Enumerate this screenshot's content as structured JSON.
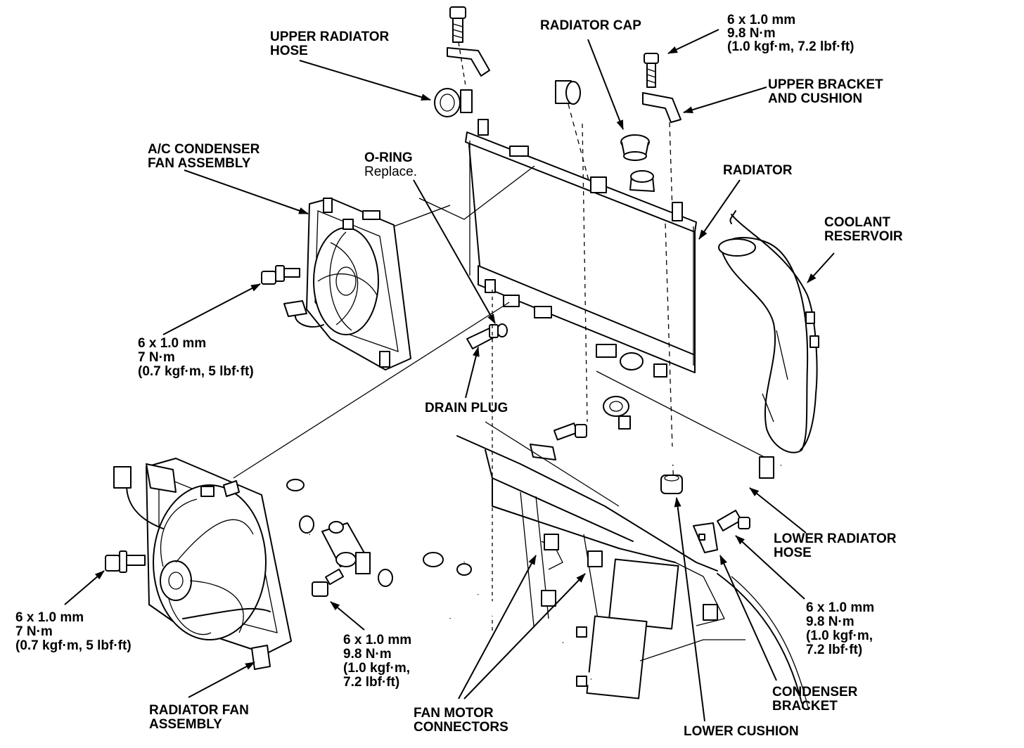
{
  "labels": {
    "upper_radiator_hose": [
      "UPPER RADIATOR",
      "HOSE"
    ],
    "radiator_cap": "RADIATOR CAP",
    "torque_upper_right": [
      "6 x 1.0 mm",
      "9.8 N·m",
      "(1.0 kgf·m, 7.2 lbf·ft)"
    ],
    "upper_bracket": [
      "UPPER BRACKET",
      "AND CUSHION"
    ],
    "ac_condenser_fan": [
      "A/C CONDENSER",
      "FAN ASSEMBLY"
    ],
    "o_ring": "O-RING",
    "o_ring_note": "Replace.",
    "radiator": "RADIATOR",
    "coolant_reservoir": [
      "COOLANT",
      "RESERVOIR"
    ],
    "torque_ac_fan": [
      "6 x 1.0 mm",
      "7 N·m",
      "(0.7 kgf·m, 5 lbf·ft)"
    ],
    "drain_plug": "DRAIN PLUG",
    "torque_radiator_fan": [
      "6 x 1.0 mm",
      "7 N·m",
      "(0.7 kgf·m, 5 lbf·ft)"
    ],
    "torque_bottom_center": [
      "6 x 1.0 mm",
      "9.8 N·m",
      "(1.0 kgf·m,",
      "7.2 lbf·ft)"
    ],
    "lower_radiator_hose": [
      "LOWER RADIATOR",
      "HOSE"
    ],
    "torque_condenser_bracket": [
      "6 x 1.0 mm",
      "9.8 N·m",
      "(1.0 kgf·m,",
      "7.2 lbf·ft)"
    ],
    "condenser_bracket": [
      "CONDENSER",
      "BRACKET"
    ],
    "radiator_fan_assembly": [
      "RADIATOR FAN",
      "ASSEMBLY"
    ],
    "fan_motor_connectors": [
      "FAN MOTOR",
      "CONNECTORS"
    ],
    "lower_cushion": "LOWER CUSHION"
  }
}
